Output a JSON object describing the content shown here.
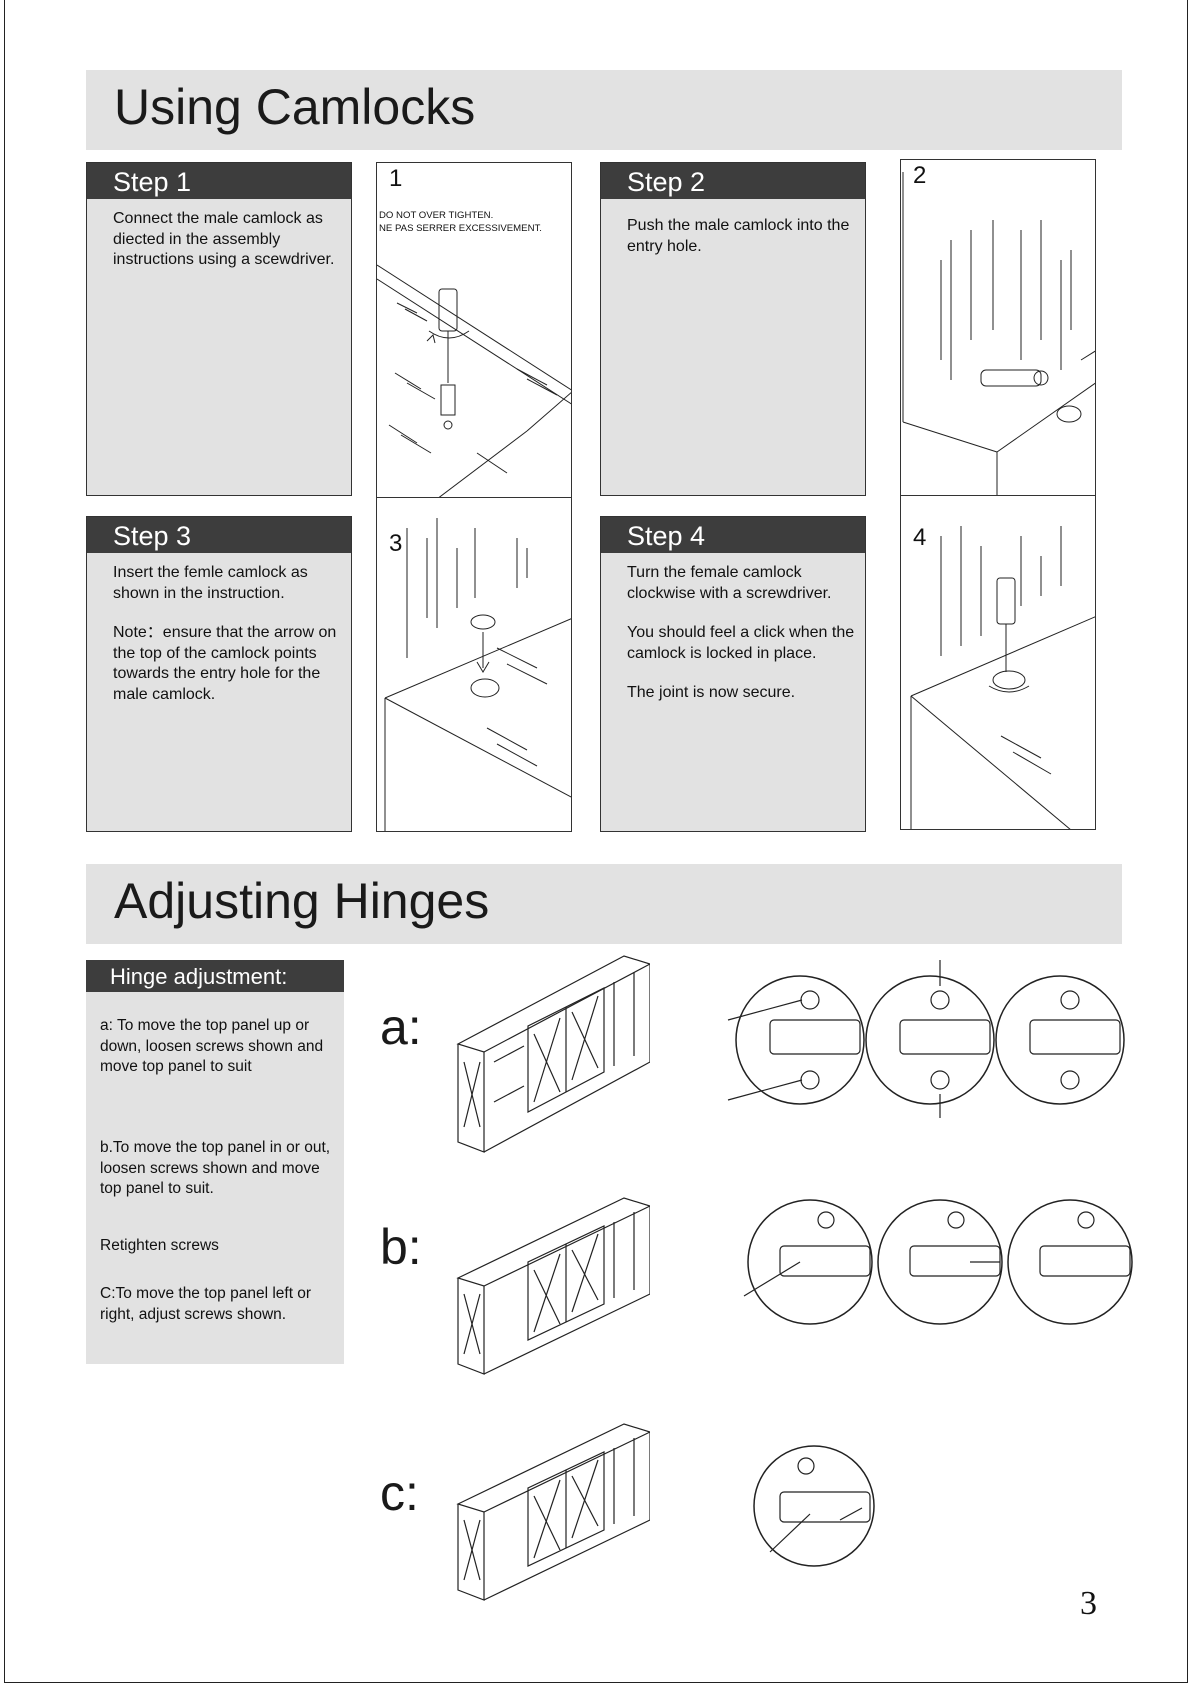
{
  "camlocks": {
    "title": "Using Camlocks",
    "steps": [
      {
        "heading": "Step 1",
        "text": [
          "Connect the male camlock as diected in the assembly instructions using a scewdriver."
        ]
      },
      {
        "heading": "Step 2",
        "text": [
          "Push the male camlock into the entry hole."
        ]
      },
      {
        "heading": "Step 3",
        "text": [
          "Insert the femle camlock as shown in the instruction.",
          "Note：ensure that the arrow on the top of  the camlock points towards the entry hole for the male camlock."
        ]
      },
      {
        "heading": "Step 4",
        "text": [
          "Turn the female camlock clockwise with a screwdriver.",
          "You should feel a click when the camlock is locked in place.",
          "The joint is now secure."
        ]
      }
    ],
    "figures": [
      {
        "number": "1",
        "warning_en": "DO NOT OVER TIGHTEN.",
        "warning_fr": "NE PAS SERRER EXCESSIVEMENT."
      },
      {
        "number": "2"
      },
      {
        "number": "3"
      },
      {
        "number": "4"
      }
    ]
  },
  "hinges": {
    "title": "Adjusting Hinges",
    "box_heading": "Hinge adjustment:",
    "paragraphs": [
      "a: To move the top panel up or down, loosen screws shown and move top panel to suit",
      "b.To move the top panel in or out, loosen screws shown and move top panel to suit.",
      "Retighten screws",
      "C:To move the top panel left or right, adjust screws shown."
    ],
    "letters": [
      "a:",
      "b:",
      "c:"
    ]
  },
  "page_number": "3"
}
